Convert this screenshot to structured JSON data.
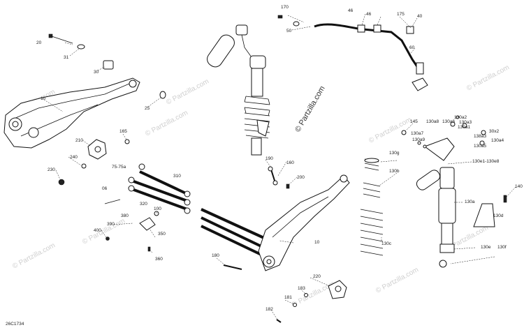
{
  "diagram_code": "26C1734",
  "watermarks": {
    "center": "© Partzilla.com",
    "tiles": [
      "© Partzilla.com",
      "© Partzilla.com",
      "© Partzilla.com",
      "© Partzilla.com",
      "© Partzilla.com",
      "© Partzilla.com",
      "© Partzilla.com",
      "© Partzilla.com",
      "© Partzilla.com",
      "© Partzilla.com"
    ]
  },
  "callouts": [
    "170",
    "46",
    "46",
    "175",
    "40",
    "50",
    "60",
    "20",
    "31",
    "30",
    "10",
    "25",
    "165",
    "210",
    "240",
    "230",
    "145",
    "130a8",
    "130a6",
    "130a2",
    "130a3",
    "130a1",
    "130a7",
    "30x2",
    "138a3",
    "130a4",
    "130a5",
    "130a9",
    "130e1-130e8",
    "130g",
    "130b",
    "130a",
    "130d",
    "130c",
    "130e",
    "130f",
    "140",
    "190",
    "160",
    "200",
    "75-75a",
    "310",
    "06",
    "320",
    "390",
    "380",
    "100",
    "350",
    "400",
    "360",
    "180",
    "10",
    "220",
    "183",
    "181",
    "182"
  ]
}
